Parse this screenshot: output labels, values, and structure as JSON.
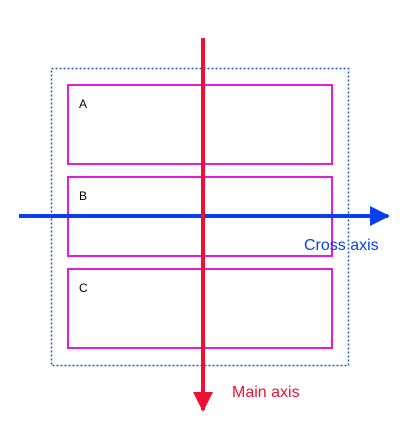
{
  "colors": {
    "container_border": "#1a5fb4",
    "item_border": "#e01ee0",
    "main_axis": "#ee1133",
    "cross_axis": "#0a3ff0"
  },
  "items": [
    {
      "label": "A"
    },
    {
      "label": "B"
    },
    {
      "label": "C"
    }
  ],
  "axes": {
    "main_label": "Main axis",
    "cross_label": "Cross axis"
  }
}
